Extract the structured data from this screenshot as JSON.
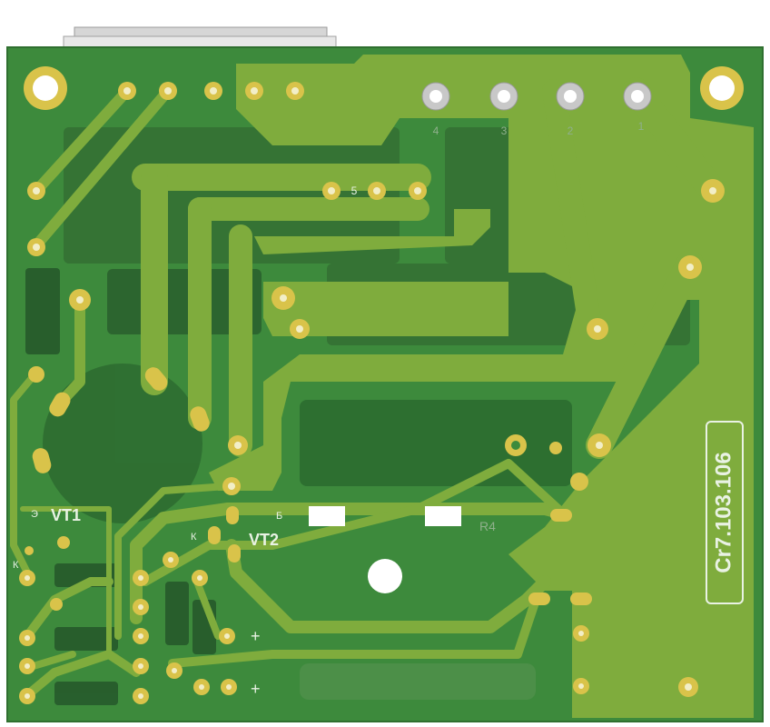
{
  "board": {
    "part_number": "Cr7.103.106",
    "transistors": [
      "VT1",
      "VT2"
    ],
    "pin_labels": [
      "4",
      "3",
      "2",
      "1",
      "5"
    ],
    "vt1_leads": [
      "Э",
      "К"
    ],
    "vt2_leads": [
      "Б",
      "К"
    ],
    "other_marks": [
      "R4",
      "+",
      "+"
    ],
    "colors": {
      "mask": "#3d8a3c",
      "copper": "#7fac3d",
      "pad": "#d9c34a",
      "component_body": "#2b6830",
      "connector": "#c9c9c9"
    }
  }
}
